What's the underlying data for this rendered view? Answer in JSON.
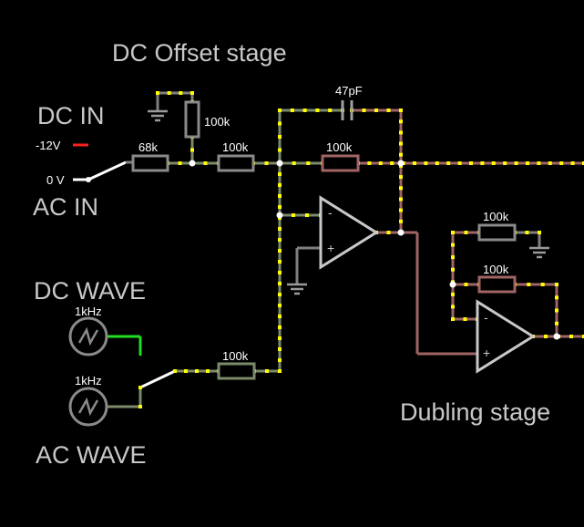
{
  "labels": {
    "dc_offset_stage": "DC Offset stage",
    "dc_in": "DC IN",
    "ac_in": "AC IN",
    "dc_wave": "DC WAVE",
    "ac_wave": "AC WAVE",
    "dubling_stage": "Dubling stage",
    "neg12v": "-12V",
    "zero_v": "0 V"
  },
  "components": {
    "r_68k": "68k",
    "r_100k_pot": "100k",
    "r_100k_series": "100k",
    "r_100k_feedback": "100k",
    "c_47pf": "47pF",
    "r_100k_ac": "100k",
    "r_100k_dub_ground": "100k",
    "r_100k_dub_feedback": "100k",
    "src_dc_freq": "1kHz",
    "src_ac_freq": "1kHz",
    "opamp_minus": "-",
    "opamp_plus": "+"
  },
  "colors": {
    "wire_gray": "#7f7f7f",
    "wire_pink": "#a06464",
    "wire_green_gray": "#7a8a6a",
    "wire_live_green": "#22dd22",
    "current_dot": "#ffff00",
    "red_lead": "#ff2020",
    "white_wire": "#ffffff"
  }
}
